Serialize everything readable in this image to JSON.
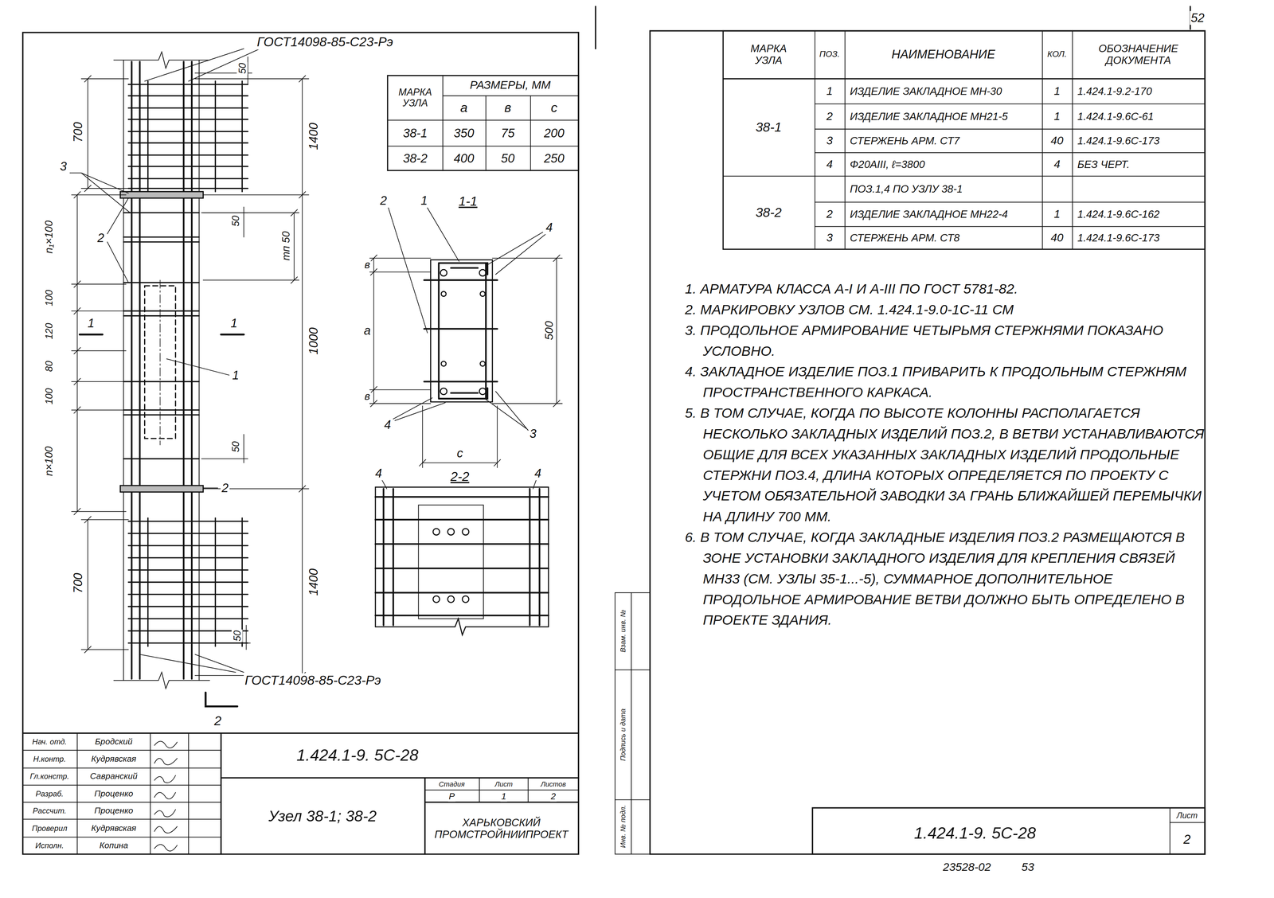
{
  "diagram": {
    "labels": [
      "ГОСТ14098-85-С23-Рэ",
      "50",
      "700",
      "1400",
      "3",
      "МАРКА УЗЛА",
      "РАЗМЕРЫ, ММ",
      "а",
      "в",
      "с",
      "38-1",
      "350",
      "75",
      "200",
      "38-2",
      "400",
      "50",
      "250",
      "2",
      "n₁×100",
      "50",
      "тп 50",
      "100",
      "120",
      "1",
      "1",
      "80",
      "1000",
      "1",
      "100",
      "50",
      "n×100",
      "2",
      "1400",
      "700",
      "50",
      "ГОСТ14098-85-С23-Рэ",
      "2",
      "2",
      "1",
      "1-1",
      "4",
      "в",
      "а",
      "500",
      "в",
      "4",
      "с",
      "3",
      "4",
      "2-2",
      "4",
      "Нач. отд.",
      "Бродский",
      "Н.контр.",
      "Кудрявская",
      "Гл.констр.",
      "Савранский",
      "Разраб.",
      "Проценко",
      "Рассчит.",
      "Проценко",
      "Проверил",
      "Кудрявская",
      "Исполн.",
      "Копина",
      "1.424.1-9. 5С-28",
      "Стадия",
      "Лист",
      "Листов",
      "Р",
      "1",
      "2",
      "Узел 38-1; 38-2",
      "ХАРЬКОВСКИЙ ПРОМСТРОЙНИИПРОЕКТ",
      "52",
      "МАРКА УЗЛА",
      "ПОЗ.",
      "НАИМЕНОВАНИЕ",
      "КОЛ.",
      "ОБОЗНАЧЕНИЕ ДОКУМЕНТА",
      "38-1",
      "1",
      "ИЗДЕЛИЕ ЗАКЛАДНОЕ МН-30",
      "1",
      "1.424.1-9.2-170",
      "2",
      "ИЗДЕЛИЕ ЗАКЛАДНОЕ МН21-5",
      "1",
      "1.424.1-9.6С-61",
      "3",
      "СТЕРЖЕНЬ АРМ. СТ7",
      "40",
      "1.424.1-9.6С-173",
      "4",
      "Ф20АIII, ℓ=3800",
      "4",
      "БЕЗ ЧЕРТ.",
      "38-2",
      "ПОЗ.1,4 ПО УЗЛУ 38-1",
      "2",
      "ИЗДЕЛИЕ ЗАКЛАДНОЕ МН22-4",
      "1",
      "1.424.1-9.6С-162",
      "3",
      "СТЕРЖЕНЬ АРМ. СТ8",
      "40",
      "1.424.1-9.6С-173",
      "1. АРМАТУРА КЛАССА А-I И А-III ПО ГОСТ 5781-82.",
      "2. МАРКИРОВКУ УЗЛОВ СМ. 1.424.1-9.0-1С-11 СМ",
      "3. ПРОДОЛЬНОЕ АРМИРОВАНИЕ ЧЕТЫРЬМЯ СТЕРЖНЯМИ ПОКАЗАНО УСЛОВНО.",
      "4. ЗАКЛАДНОЕ ИЗДЕЛИЕ ПОЗ.1 ПРИВАРИТЬ К ПРОДОЛЬНЫМ СТЕРЖНЯМ ПРОСТРАНСТВЕННОГО КАРКАСА.",
      "5. В ТОМ СЛУЧАЕ, КОГДА ПО ВЫСОТЕ КОЛОННЫ РАСПОЛАГАЕТСЯ НЕСКОЛЬКО ЗАКЛАДНЫХ ИЗДЕЛИЙ ПОЗ.2, В ВЕТВИ УСТАНАВЛИВАЮТСЯ ОБЩИЕ ДЛЯ ВСЕХ УКАЗАННЫХ ЗАКЛАДНЫХ ИЗДЕЛИЙ ПРОДОЛЬНЫЕ СТЕРЖНИ ПОЗ.4, ДЛИНА КОТОРЫХ ОПРЕДЕЛЯЕТСЯ ПО ПРОЕКТУ С УЧЕТОМ ОБЯЗАТЕЛЬНОЙ ЗАВОДКИ ЗА ГРАНЬ БЛИЖАЙШЕЙ ПЕРЕМЫЧКИ НА ДЛИНУ 700 ММ.",
      "6. В ТОМ СЛУЧАЕ, КОГДА ЗАКЛАДНЫЕ ИЗДЕЛИЯ ПОЗ.2 РАЗМЕЩАЮТСЯ В ЗОНЕ УСТАНОВКИ ЗАКЛАДНОГО ИЗДЕЛИЯ ДЛЯ КРЕПЛЕНИЯ СВЯЗЕЙ МН33 (СМ. УЗЛЫ 35-1...-5), СУММАРНОЕ ДОПОЛНИТЕЛЬНОЕ ПРОДОЛЬНОЕ АРМИРОВАНИЕ ВЕТВИ ДОЛЖНО БЫТЬ ОПРЕДЕЛЕНО В ПРОЕКТЕ ЗДАНИЯ.",
      "Инв. № подл.",
      "Подпись и дата",
      "Взам. инв. №",
      "1.424.1-9. 5С-28",
      "Лист",
      "2",
      "23528-02",
      "53"
    ]
  }
}
